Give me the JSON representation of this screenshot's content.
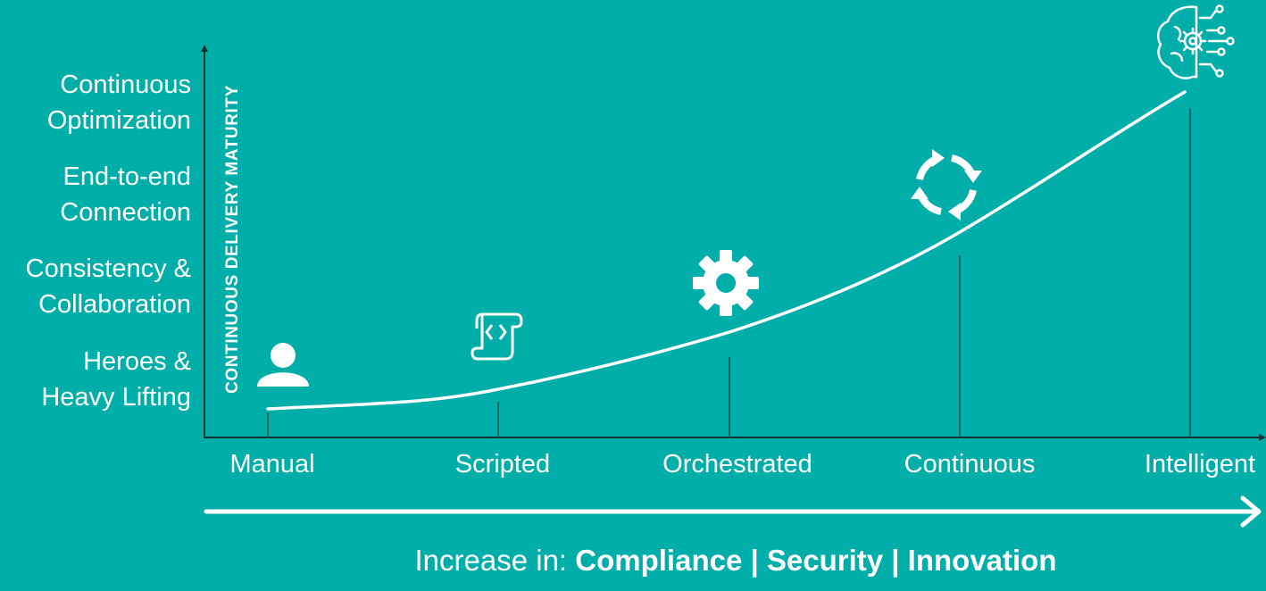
{
  "y_axis": {
    "title": "CONTINUOUS DELIVERY MATURITY",
    "levels": [
      {
        "line1": "Heroes &",
        "line2": "Heavy Lifting"
      },
      {
        "line1": "Consistency &",
        "line2": "Collaboration"
      },
      {
        "line1": "End-to-end",
        "line2": "Connection"
      },
      {
        "line1": "Continuous",
        "line2": "Optimization"
      }
    ]
  },
  "stages": [
    {
      "label": "Manual",
      "icon": "person-icon"
    },
    {
      "label": "Scripted",
      "icon": "script-icon"
    },
    {
      "label": "Orchestrated",
      "icon": "gear-icon"
    },
    {
      "label": "Continuous",
      "icon": "refresh-cycle-icon"
    },
    {
      "label": "Intelligent",
      "icon": "ai-brain-icon"
    }
  ],
  "footer": {
    "lead": "Increase in: ",
    "emphasis": "Compliance | Security | Innovation"
  },
  "colors": {
    "background": "#00AEA9",
    "foreground": "#FFFFFF",
    "marker": "#1A4D4B"
  }
}
